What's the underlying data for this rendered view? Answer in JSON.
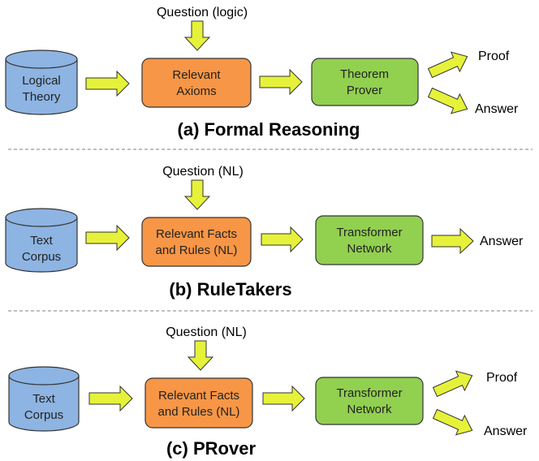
{
  "colors": {
    "cylinder": "#8db4e2",
    "orange_box": "#f79646",
    "green_box": "#92d050",
    "arrow": "#e6f23a",
    "stroke": "#333333",
    "divider": "#999999"
  },
  "panels": [
    {
      "question": "Question (logic)",
      "source": [
        "Logical",
        "Theory"
      ],
      "relevant": [
        "Relevant",
        "Axioms"
      ],
      "model": [
        "Theorem",
        "Prover"
      ],
      "outputs": [
        "Proof",
        "Answer"
      ],
      "title": "(a) Formal Reasoning"
    },
    {
      "question": "Question (NL)",
      "source": [
        "Text",
        "Corpus"
      ],
      "relevant": [
        "Relevant Facts",
        "and Rules (NL)"
      ],
      "model": [
        "Transformer",
        "Network"
      ],
      "outputs": [
        "Answer"
      ],
      "title": "(b) RuleTakers"
    },
    {
      "question": "Question (NL)",
      "source": [
        "Text",
        "Corpus"
      ],
      "relevant": [
        "Relevant Facts",
        "and Rules (NL)"
      ],
      "model": [
        "Transformer",
        "Network"
      ],
      "outputs": [
        "Proof",
        "Answer"
      ],
      "title": "(c) PRover"
    }
  ]
}
